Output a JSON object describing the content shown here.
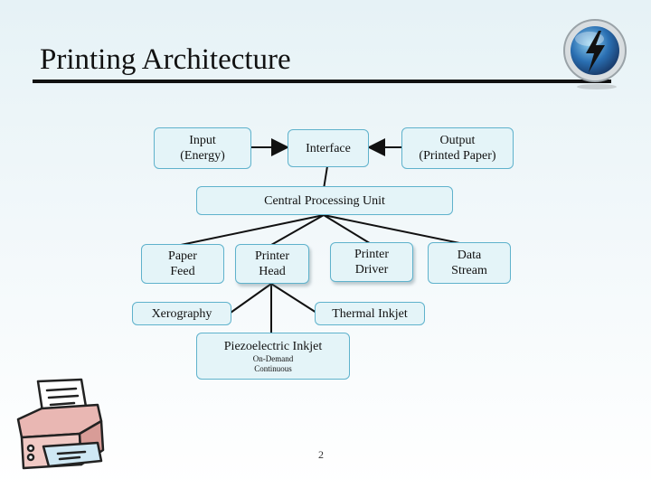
{
  "title": "Printing Architecture",
  "nodes": {
    "input": "Input\n(Energy)",
    "interface": "Interface",
    "output": "Output\n(Printed Paper)",
    "cpu": "Central Processing Unit",
    "paper_feed": "Paper\nFeed",
    "printer_head": "Printer\nHead",
    "printer_driver": "Printer\nDriver",
    "data_stream": "Data\nStream",
    "xerography": "Xerography",
    "thermal_inkjet": "Thermal Inkjet",
    "piezo_title": "Piezoelectric Inkjet",
    "piezo_sub1": "On-Demand",
    "piezo_sub2": "Continuous"
  },
  "page_number": "2",
  "colors": {
    "box_fill": "#e4f4f8",
    "box_border": "#5fb2cc",
    "background": "#e6f2f6",
    "logo_blue": "#2a6fb2"
  },
  "icons": [
    "lightning-logo-icon",
    "printer-clipart-icon"
  ]
}
